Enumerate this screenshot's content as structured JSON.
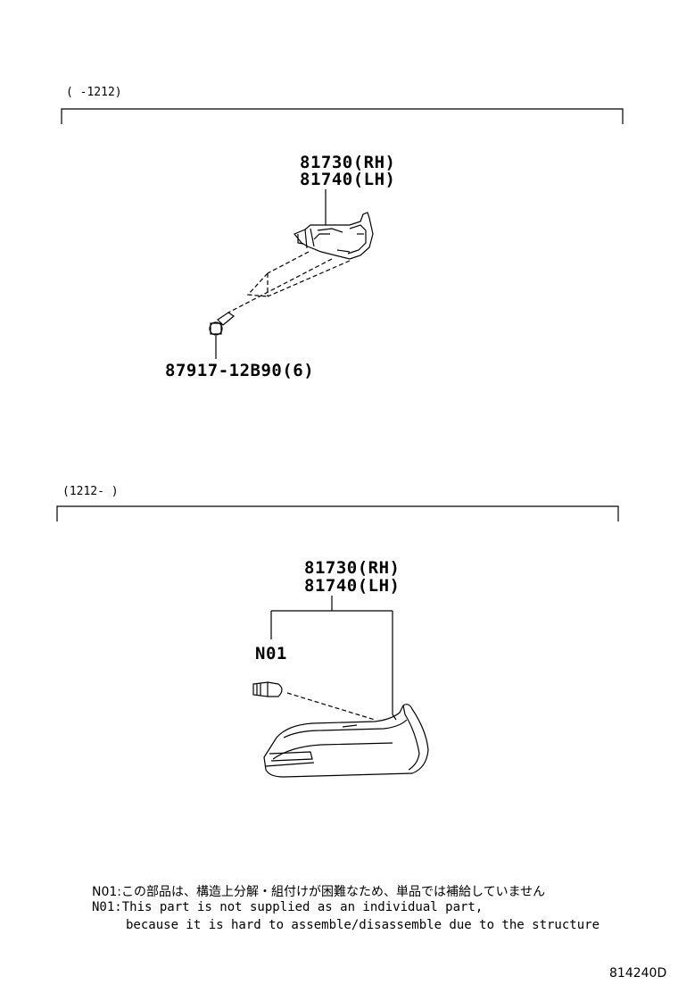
{
  "sections": [
    {
      "range": "(    -1212)",
      "labels": [
        "81730(RH)",
        "81740(LH)"
      ],
      "fastener": "87917-12B90(6)"
    },
    {
      "range": "(1212-    )",
      "labels": [
        "81730(RH)",
        "81740(LH)"
      ],
      "note_code": "N01"
    }
  ],
  "notes": [
    "N01:この部品は、構造上分解・組付けが困難なため、単品では補給していません",
    "N01:This part is not supplied as an individual part,",
    "because it is hard to assemble/disassemble due to the structure"
  ],
  "diagram_code": "814240D"
}
